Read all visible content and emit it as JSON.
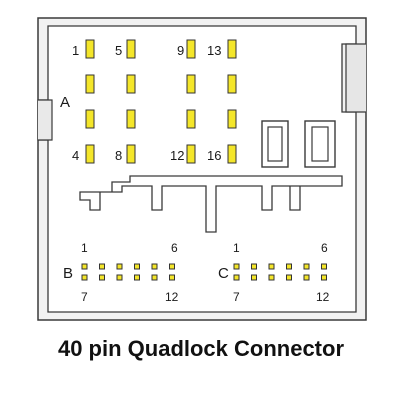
{
  "title": "40 pin Quadlock Connector",
  "colors": {
    "pin_fill": "#f4e62a",
    "pin_stroke": "#333333",
    "housing_stroke": "#3a3a3a",
    "housing_fill": "#f2f2f2"
  },
  "section_a": {
    "label": "A",
    "pin_numbers": [
      "1",
      "5",
      "9",
      "13",
      "4",
      "8",
      "12",
      "16"
    ]
  },
  "section_b": {
    "label": "B",
    "pin_numbers": [
      "1",
      "6",
      "7",
      "12"
    ]
  },
  "section_c": {
    "label": "C",
    "pin_numbers": [
      "1",
      "6",
      "7",
      "12"
    ]
  }
}
